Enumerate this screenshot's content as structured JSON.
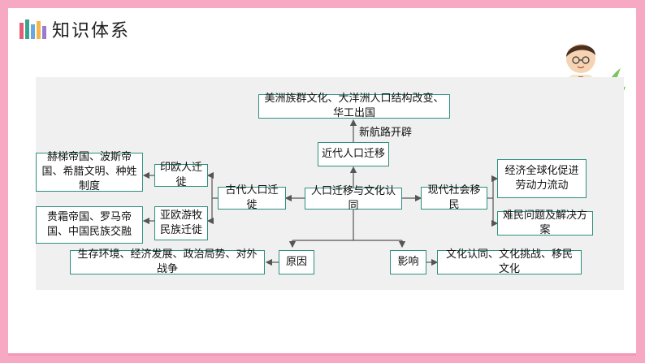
{
  "header": {
    "title": "知识体系"
  },
  "colors": {
    "frame": "#f7a9c3",
    "box_border": "#2e8f7f",
    "arrow": "#555555",
    "panel": "#f0f0f0"
  },
  "diagram": {
    "center": "人口迁移与文化认同",
    "ancient": "古代人口迁徙",
    "indo": "印欧人迁徙",
    "nomad": "亚欧游牧民族迁徙",
    "indo_result": "赫梯帝国、波斯帝国、希腊文明、种姓制度",
    "nomad_result": "贵霜帝国、罗马帝国、中国民族交融",
    "modern_early": "近代人口迁移",
    "new_route": "新航路开辟",
    "americas": "美洲族群文化、大洋洲人口结构改变、华工出国",
    "modern_society": "现代社会移民",
    "globalization": "经济全球化促进劳动力流动",
    "refugee": "难民问题及解决方案",
    "cause": "原因",
    "cause_result": "生存环境、经济发展、政治局势、对外战争",
    "impact": "影响",
    "impact_result": "文化认同、文化挑战、移民文化"
  }
}
